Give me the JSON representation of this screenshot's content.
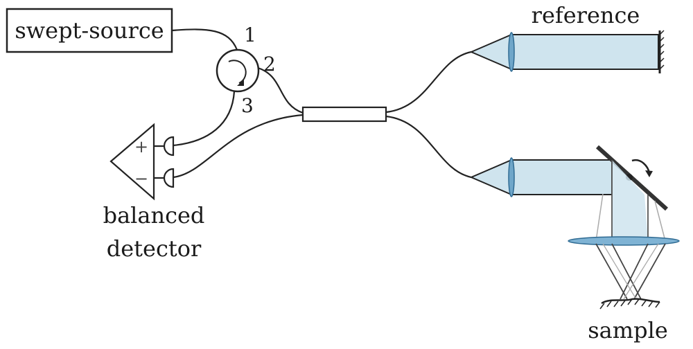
{
  "labels": {
    "source": "swept-source",
    "port1": "1",
    "port2": "2",
    "port3": "3",
    "detector_line1": "balanced",
    "detector_line2": "detector",
    "reference": "reference",
    "sample": "sample",
    "plus": "+",
    "minus": "−"
  },
  "colors": {
    "beam_fill": "#cfe4ee",
    "lens": "#6fa6c9",
    "line": "#222222"
  }
}
